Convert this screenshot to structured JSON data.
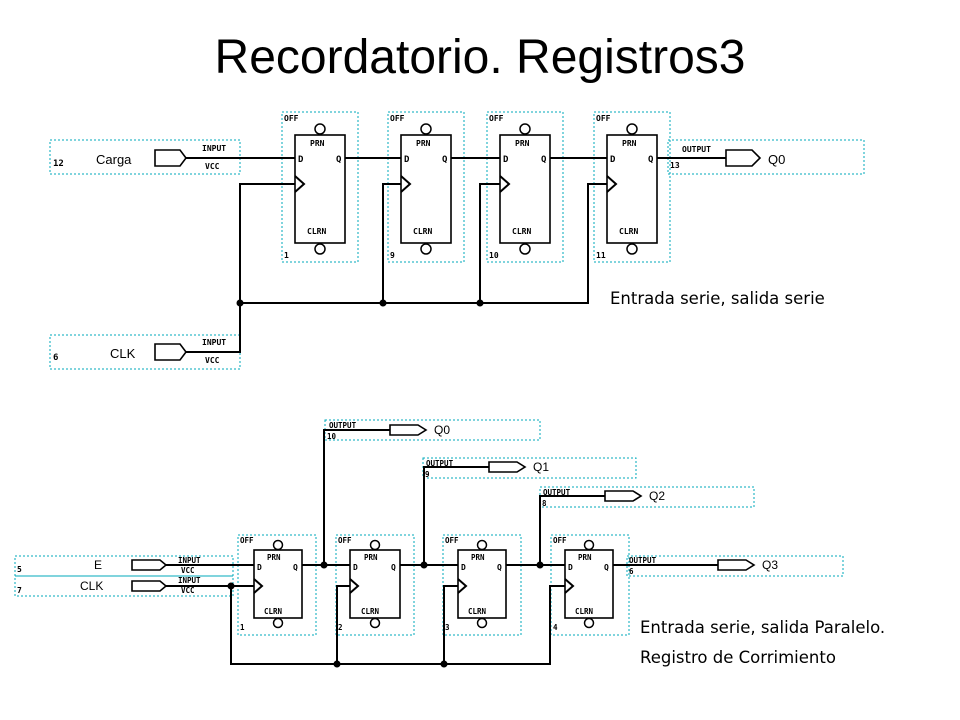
{
  "title": "Recordatorio. Registros3",
  "captions": {
    "top": "Entrada serie, salida serie",
    "bottom_line1": "Entrada serie, salida Paralelo.",
    "bottom_line2": "Registro de Corrimiento"
  },
  "dff_text": {
    "off": "OFF",
    "prn": "PRN",
    "clrn": "CLRN",
    "d": "D",
    "q": "Q"
  },
  "port_text": {
    "input": "INPUT",
    "vcc": "VCC",
    "output": "OUTPUT"
  },
  "top_circuit": {
    "inputs": [
      {
        "name": "Carga",
        "pin": "12"
      },
      {
        "name": "CLK",
        "pin": "6"
      }
    ],
    "ff_numbers": [
      "1",
      "9",
      "10",
      "11"
    ],
    "output": {
      "name": "Q0",
      "pin": "13"
    }
  },
  "bottom_circuit": {
    "inputs": [
      {
        "name": "E",
        "pin": "5"
      },
      {
        "name": "CLK",
        "pin": "7"
      }
    ],
    "ff_numbers": [
      "1",
      "2",
      "3",
      "4"
    ],
    "outputs": [
      {
        "name": "Q0",
        "pin": "10"
      },
      {
        "name": "Q1",
        "pin": "9"
      },
      {
        "name": "Q2",
        "pin": "8"
      },
      {
        "name": "Q3",
        "pin": "6"
      }
    ]
  }
}
